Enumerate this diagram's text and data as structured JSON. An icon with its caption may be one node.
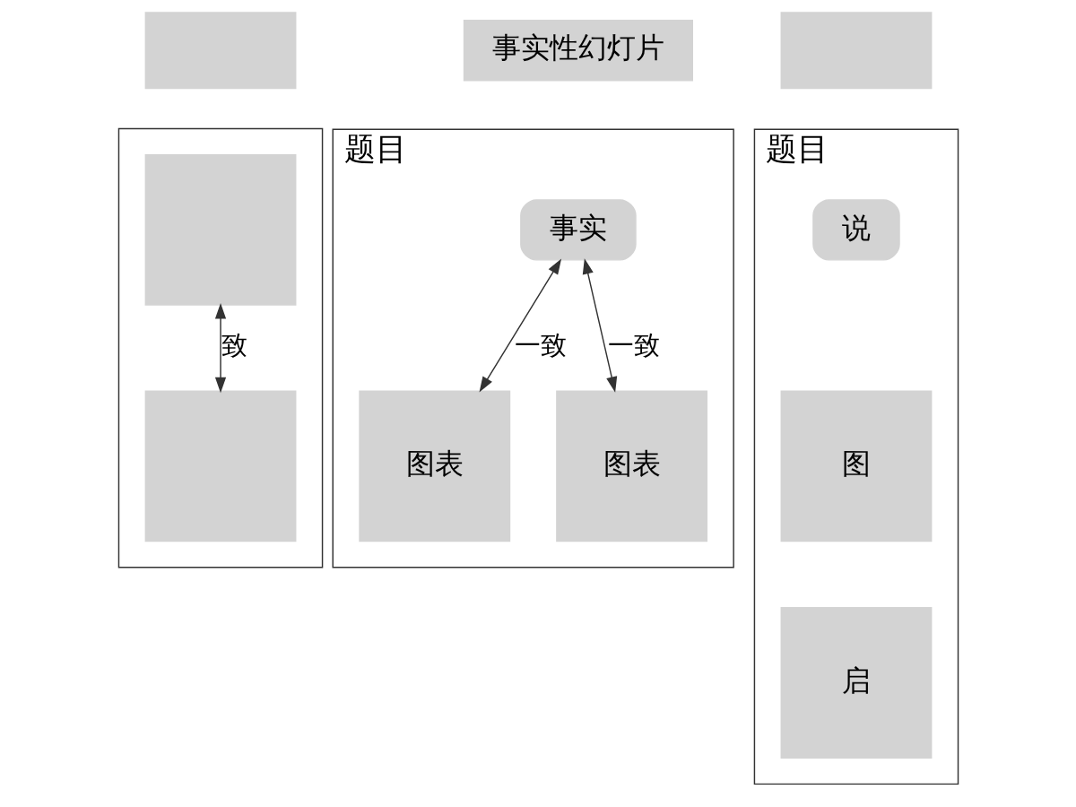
{
  "diagram": {
    "nodes": [
      {
        "text": [],
        "shape": "box"
      },
      {
        "text": [],
        "shape": "box"
      },
      {
        "text": [],
        "shape": "box",
        "in": 1
      },
      {
        "text": [],
        "shape": "box",
        "in": 1
      },
      {
        "text": [
          "事实性幻灯片"
        ]
      },
      {
        "text": [
          "题目"
        ]
      },
      {
        "text": [
          "事实"
        ],
        "in": 5
      },
      {
        "text": [
          "图表"
        ],
        "in": 5
      },
      {
        "text": [
          "图表"
        ],
        "in": 5
      },
      {
        "text": [],
        "shape": "box"
      },
      {
        "text": [
          "题目"
        ]
      },
      {
        "text": [
          "说"
        ],
        "in": 10
      },
      {
        "text": [
          "图"
        ],
        "in": 10
      },
      {
        "text": [
          "启"
        ],
        "in": 10
      }
    ],
    "edges": [
      {
        "from": 2,
        "to": 3,
        "arrow": "both",
        "label": "致"
      },
      {
        "from": 6,
        "to": 7,
        "arrow": "both",
        "label": "一致"
      },
      {
        "from": 6,
        "to": 8,
        "arrow": "both",
        "label": "一致"
      }
    ]
  }
}
